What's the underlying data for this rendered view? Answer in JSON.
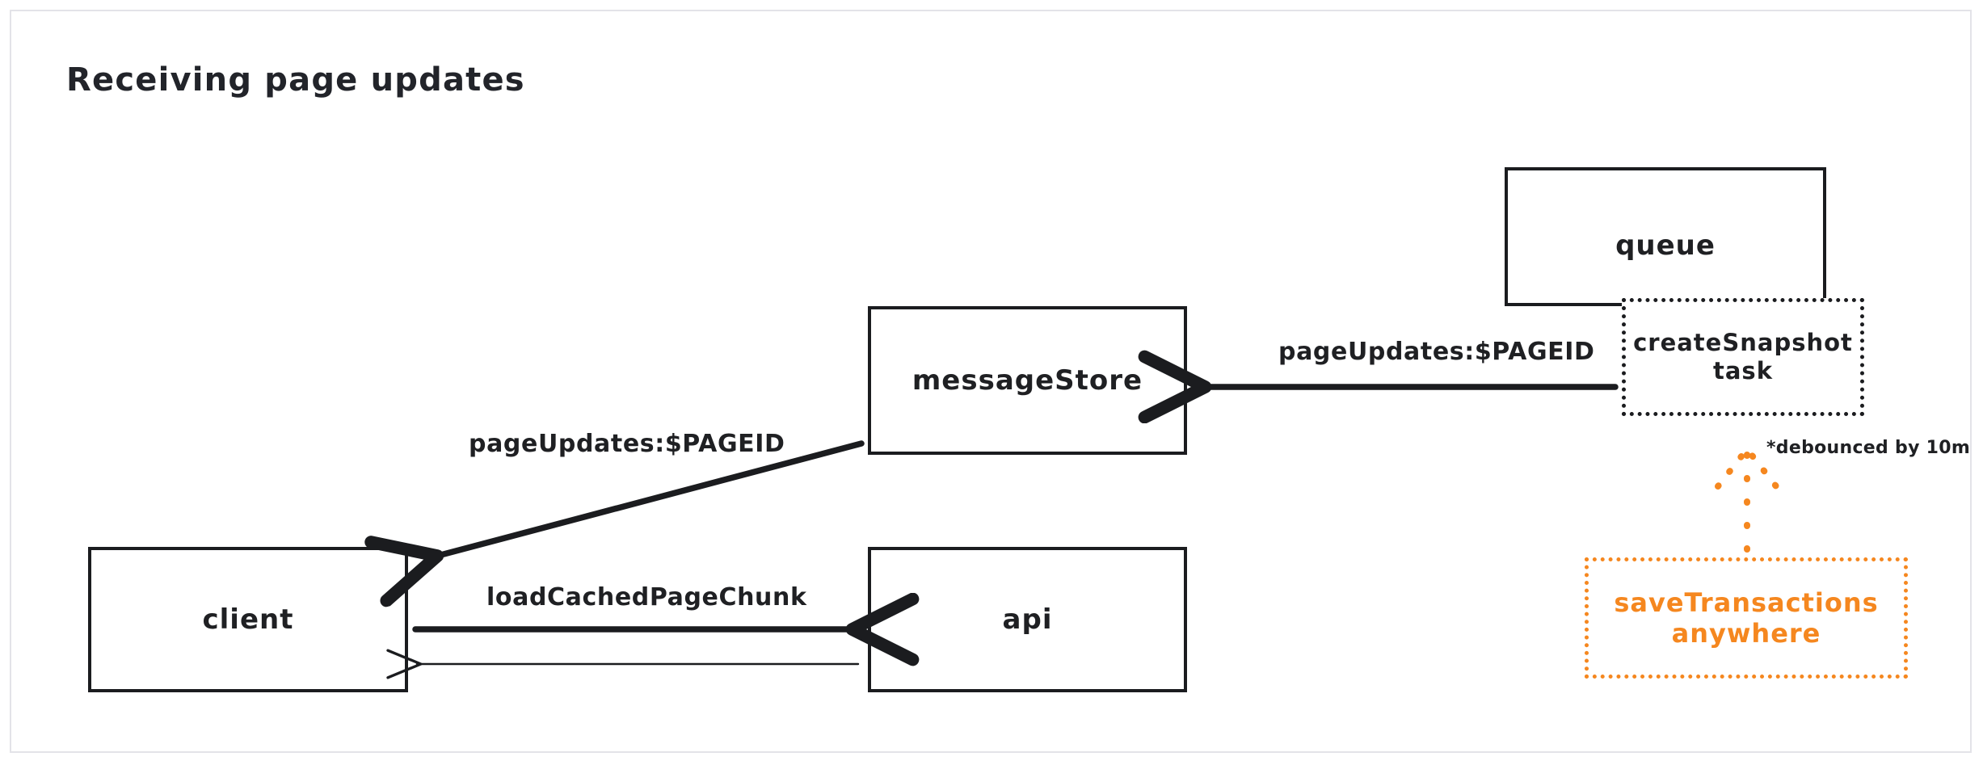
{
  "diagram": {
    "title": "Receiving page updates",
    "background": "#ffffff",
    "frame_border_color": "#e3e3e8",
    "ink_color": "#1b1c1f",
    "accent_color": "#f5871f",
    "nodes": [
      {
        "id": "queue",
        "label": "queue",
        "style": "solid-rect",
        "color": "#1b1c1f"
      },
      {
        "id": "createSnapshot",
        "label": "createSnapshot\ntask",
        "style": "dotted-rect",
        "color": "#1b1c1f"
      },
      {
        "id": "messageStore",
        "label": "messageStore",
        "style": "solid-rect",
        "color": "#1b1c1f"
      },
      {
        "id": "client",
        "label": "client",
        "style": "solid-rect",
        "color": "#1b1c1f"
      },
      {
        "id": "api",
        "label": "api",
        "style": "solid-rect",
        "color": "#1b1c1f"
      },
      {
        "id": "saveTransactions",
        "label": "saveTransactions\nanywhere",
        "style": "dotted-rect",
        "color": "#f5871f"
      }
    ],
    "edges": [
      {
        "id": "edge-snapshot-to-store",
        "from": "createSnapshot",
        "to": "messageStore",
        "label": "pageUpdates:$PAGEID",
        "style": "solid-thick",
        "color": "#1b1c1f"
      },
      {
        "id": "edge-store-to-client",
        "from": "messageStore",
        "to": "client",
        "label": "pageUpdates:$PAGEID",
        "style": "solid-thick",
        "color": "#1b1c1f"
      },
      {
        "id": "edge-client-to-api",
        "from": "client",
        "to": "api",
        "label": "loadCachedPageChunk",
        "style": "solid-thick",
        "color": "#1b1c1f"
      },
      {
        "id": "edge-api-to-client",
        "from": "api",
        "to": "client",
        "label": "",
        "style": "solid-thin",
        "color": "#1b1c1f"
      },
      {
        "id": "edge-save-to-snapshot",
        "from": "saveTransactions",
        "to": "createSnapshot",
        "label": "*debounced by 10m",
        "style": "dotted-arrow",
        "color": "#f5871f"
      }
    ],
    "labels": {
      "page_updates_right": "pageUpdates:$PAGEID",
      "page_updates_left": "pageUpdates:$PAGEID",
      "load_cached_page_chunk": "loadCachedPageChunk",
      "debounced_note": "*debounced by 10m"
    },
    "node_labels": {
      "queue": "queue",
      "create_snapshot": "createSnapshot\ntask",
      "message_store": "messageStore",
      "client": "client",
      "api": "api",
      "save_transactions": "saveTransactions\nanywhere"
    }
  }
}
